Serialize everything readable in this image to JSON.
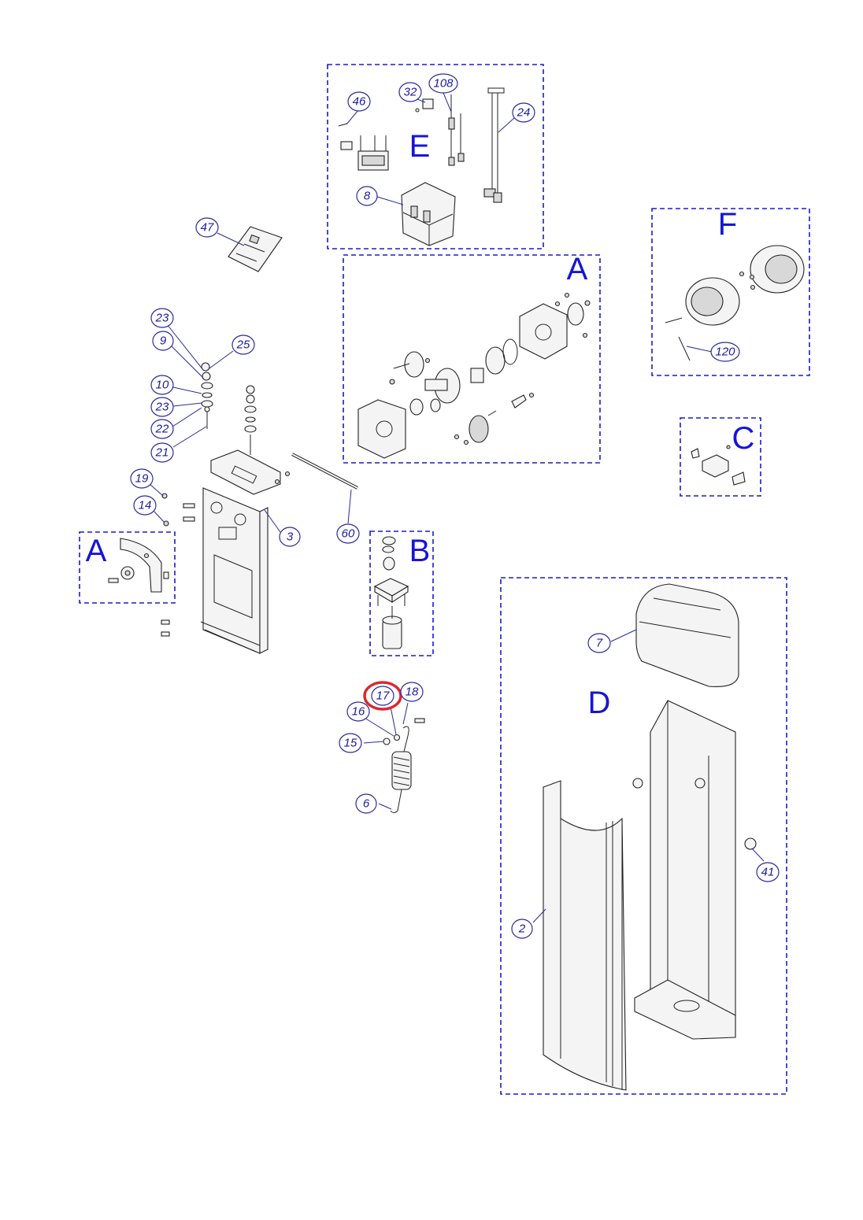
{
  "groups": [
    {
      "id": "E",
      "letter": "E"
    },
    {
      "id": "A-top",
      "letter": "A"
    },
    {
      "id": "F",
      "letter": "F"
    },
    {
      "id": "C",
      "letter": "C"
    },
    {
      "id": "A-left",
      "letter": "A"
    },
    {
      "id": "B",
      "letter": "B"
    },
    {
      "id": "D",
      "letter": "D"
    }
  ],
  "callouts": [
    {
      "label": "46"
    },
    {
      "label": "32"
    },
    {
      "label": "108"
    },
    {
      "label": "24"
    },
    {
      "label": "8"
    },
    {
      "label": "47"
    },
    {
      "label": "23"
    },
    {
      "label": "9"
    },
    {
      "label": "25"
    },
    {
      "label": "10"
    },
    {
      "label": "23"
    },
    {
      "label": "22"
    },
    {
      "label": "21"
    },
    {
      "label": "19"
    },
    {
      "label": "14"
    },
    {
      "label": "3"
    },
    {
      "label": "60"
    },
    {
      "label": "120"
    },
    {
      "label": "17",
      "highlighted": true
    },
    {
      "label": "18"
    },
    {
      "label": "16"
    },
    {
      "label": "15"
    },
    {
      "label": "6"
    },
    {
      "label": "7"
    },
    {
      "label": "41"
    },
    {
      "label": "2"
    }
  ]
}
